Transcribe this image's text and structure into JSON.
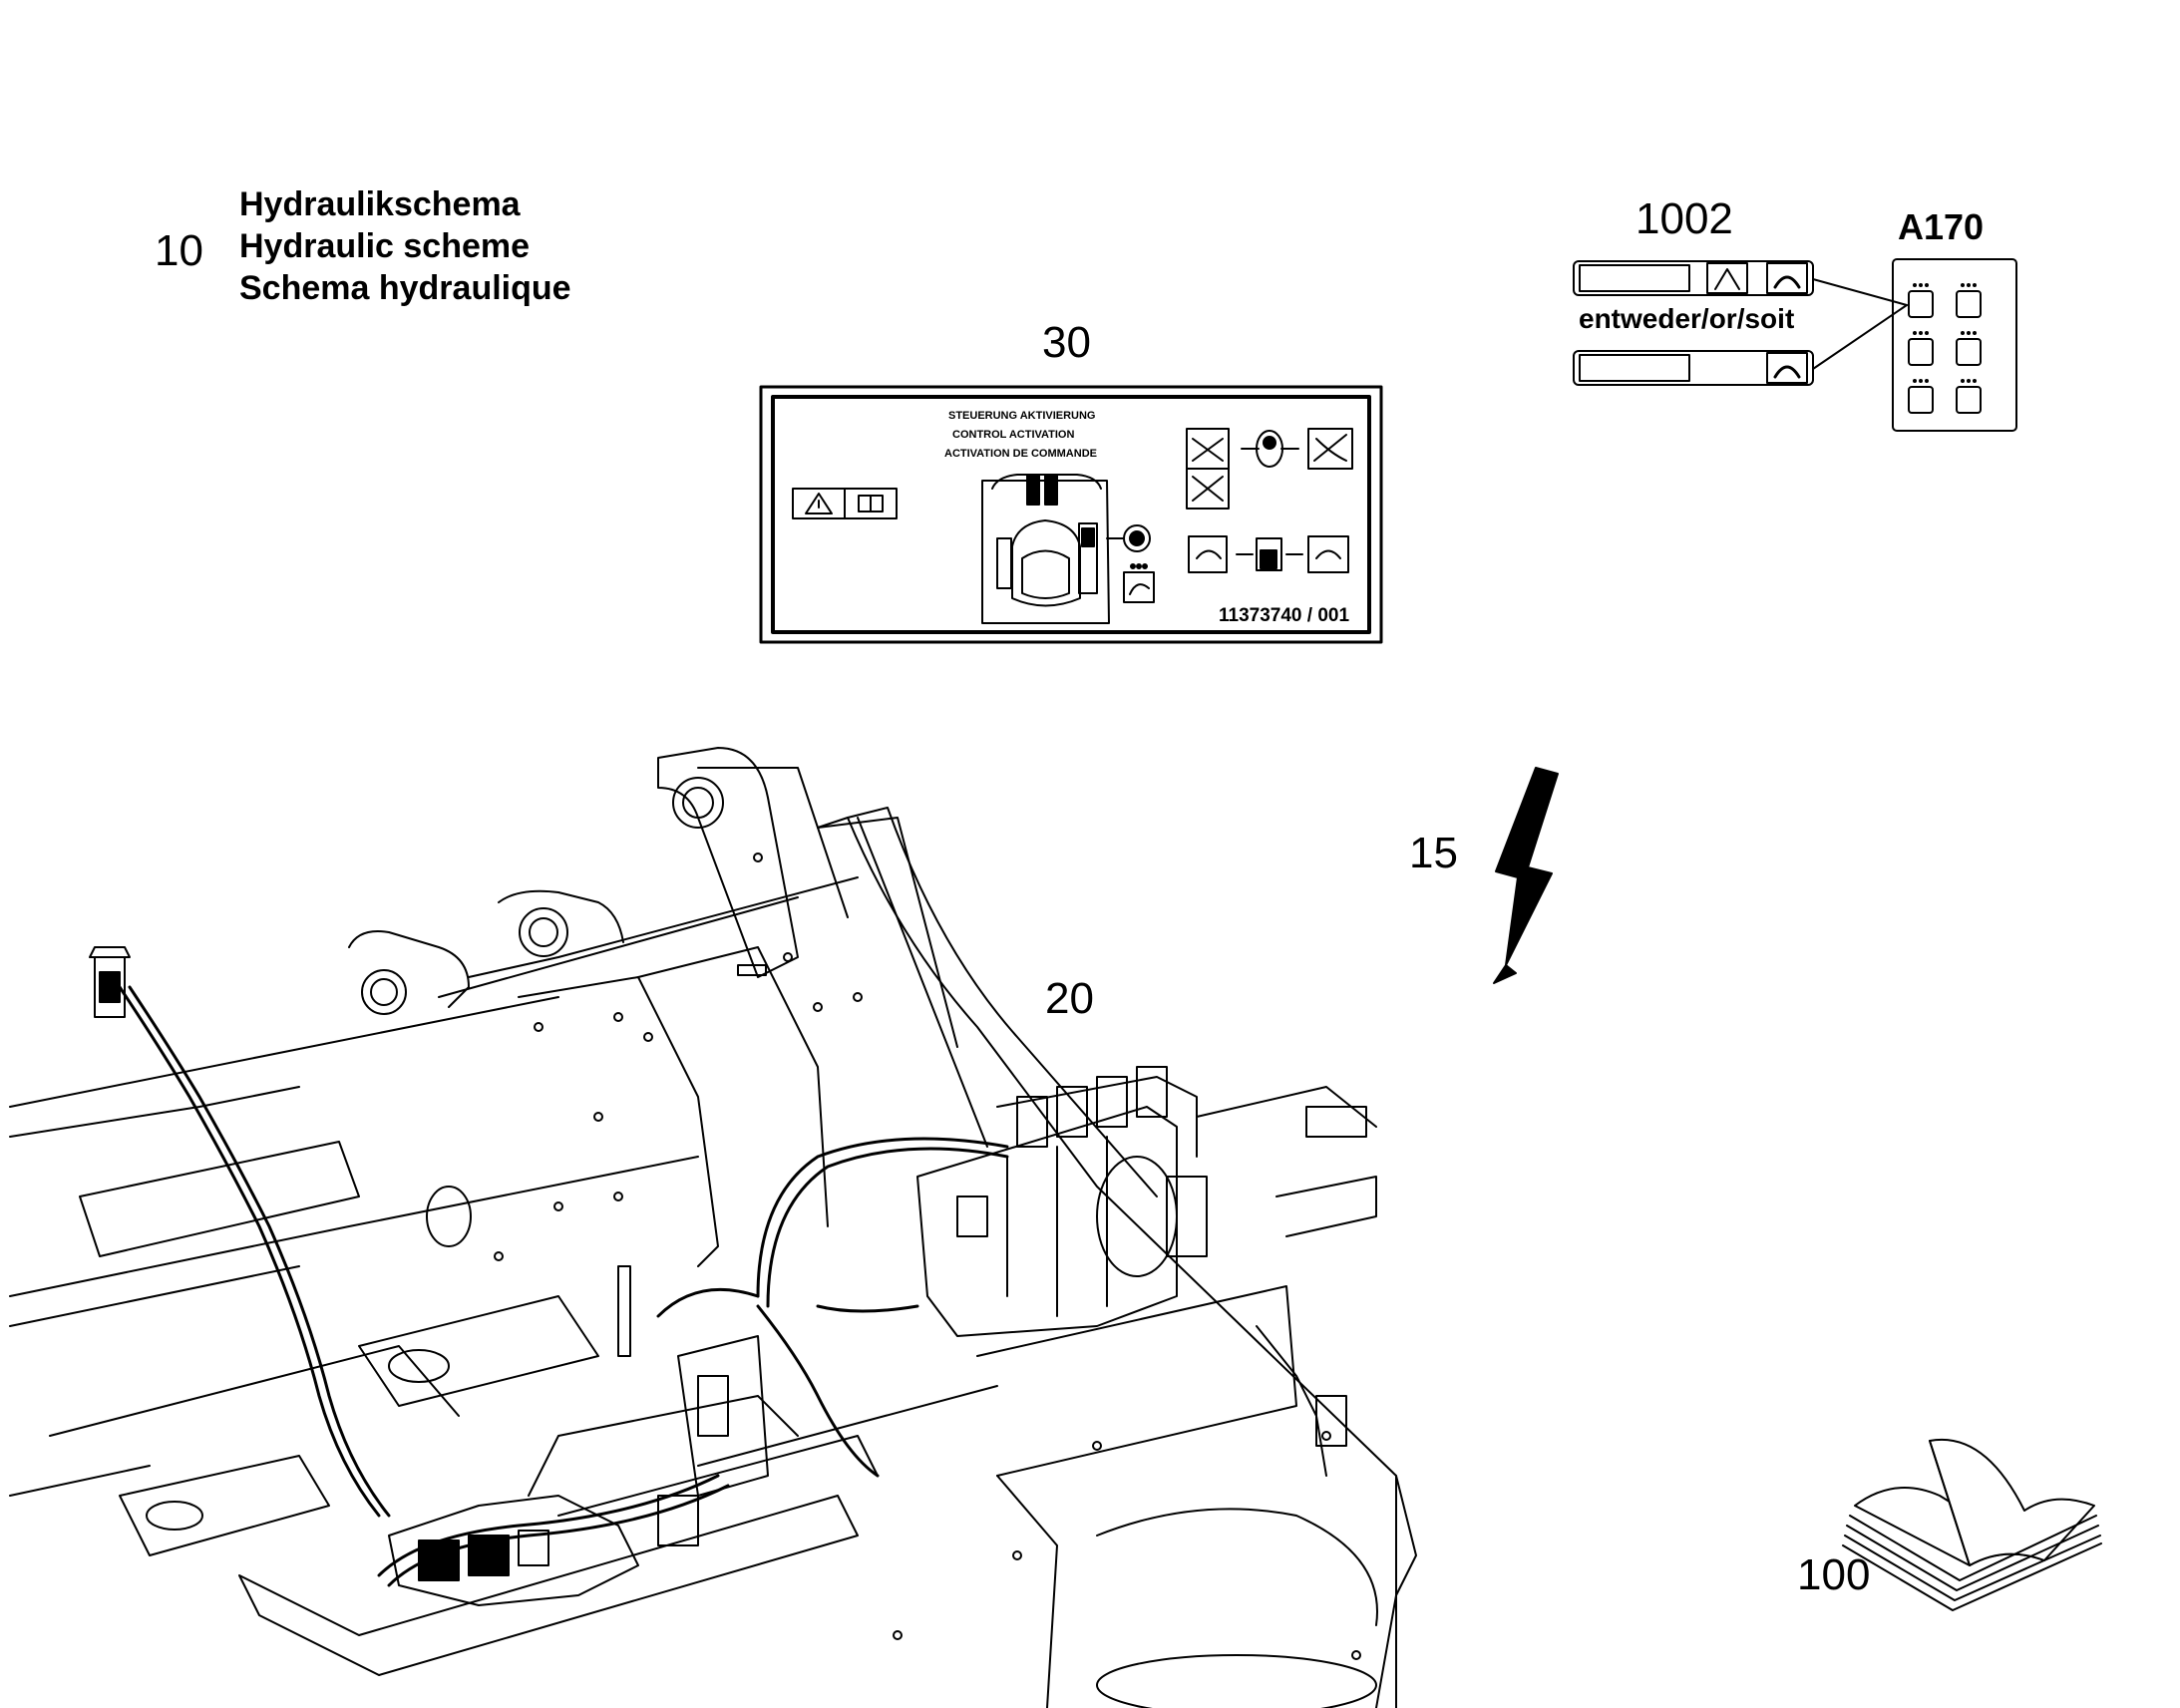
{
  "callouts": {
    "hydraulic_scheme": "10",
    "lightning": "15",
    "valve_block": "20",
    "warning_sign": "30",
    "manual": "100",
    "switch_label": "1002"
  },
  "title_block": {
    "de": "Hydraulikschema",
    "en": "Hydraulic scheme",
    "fr": "Schema hydraulique"
  },
  "warning_sign": {
    "line_de": "STEUERUNG AKTIVIERUNG",
    "line_en": "CONTROL ACTIVATION",
    "line_fr": "ACTIVATION DE COMMANDE",
    "part_number": "11373740 / 001"
  },
  "switch_panel": {
    "label": "A170",
    "separator": "entweder/or/soit"
  },
  "icons": [
    "warning-triangle-icon",
    "manual-book-icon",
    "lightning-icon",
    "open-book-icon"
  ],
  "colors": {
    "line": "#000000",
    "background": "#ffffff"
  }
}
